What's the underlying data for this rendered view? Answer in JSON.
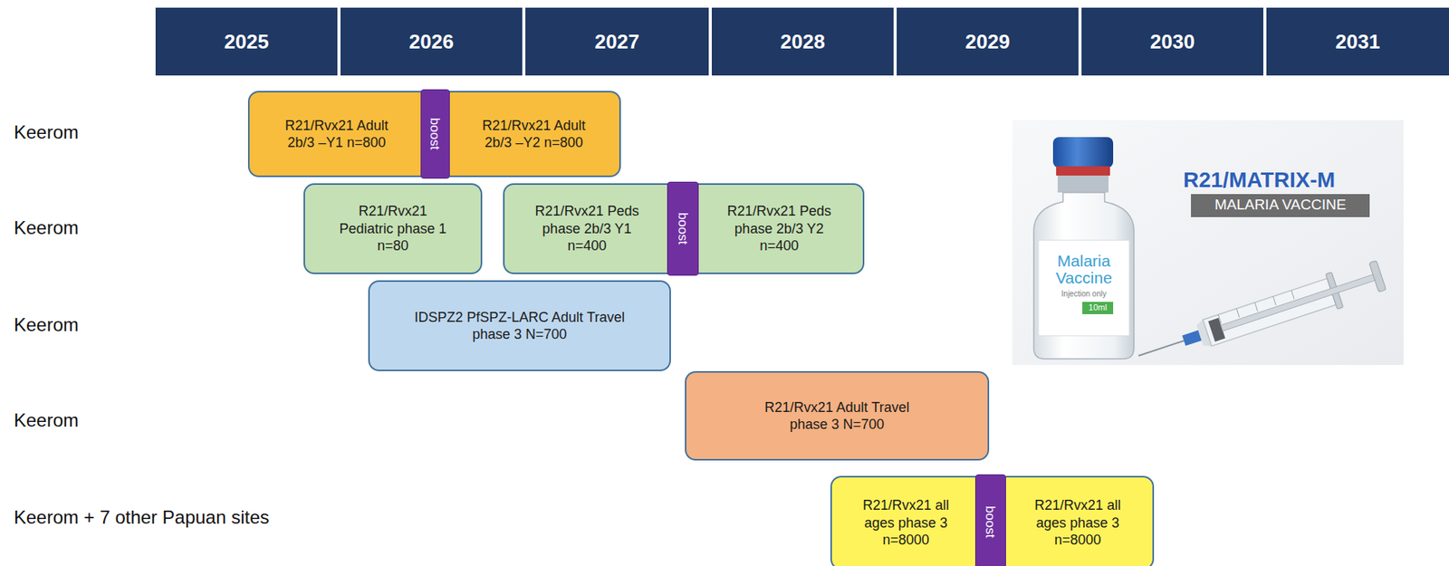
{
  "diagram": {
    "nodes": [
      {
        "text": [
          "2025"
        ]
      },
      {
        "text": [
          "2026"
        ]
      },
      {
        "text": [
          "2027"
        ]
      },
      {
        "text": [
          "2028"
        ]
      },
      {
        "text": [
          "2029"
        ]
      },
      {
        "text": [
          "2030"
        ]
      },
      {
        "text": [
          "2031"
        ]
      },
      {
        "text": [
          "R21/Rvx21 Adult 2b/3 –Y1 n=800"
        ]
      },
      {
        "text": [
          "boost"
        ]
      },
      {
        "text": [
          "R21/Rvx21 Adult 2b/3 –Y2 n=800"
        ]
      },
      {
        "text": [
          "R21/Rvx21 Pediatric phase 1 n=80"
        ]
      },
      {
        "text": [
          "R21/Rvx21 Peds phase 2b/3 Y1 n=400"
        ]
      },
      {
        "text": [
          "boost"
        ]
      },
      {
        "text": [
          "R21/Rvx21 Peds phase 2b/3 Y2 n=400"
        ]
      },
      {
        "text": [
          "IDSPZ2 PfSPZ-LARC Adult Travel phase 3 N=700"
        ]
      },
      {
        "text": [
          "R21/Rvx21 Adult Travel phase 3 N=700"
        ]
      },
      {
        "text": [
          "R21/Rvx21 all ages phase 3 n=8000"
        ]
      },
      {
        "text": [
          "boost"
        ]
      },
      {
        "text": [
          "R21/Rvx21 all ages phase 3 n=8000"
        ]
      }
    ],
    "labels": [
      "Keerom",
      "Keerom",
      "Keerom",
      "Keerom",
      "Keerom + 7 other Papuan sites",
      "R21/MATRIX-M",
      "MALARIA VACCINE",
      "Malaria Vaccine",
      "Injection only",
      "10ml"
    ]
  }
}
